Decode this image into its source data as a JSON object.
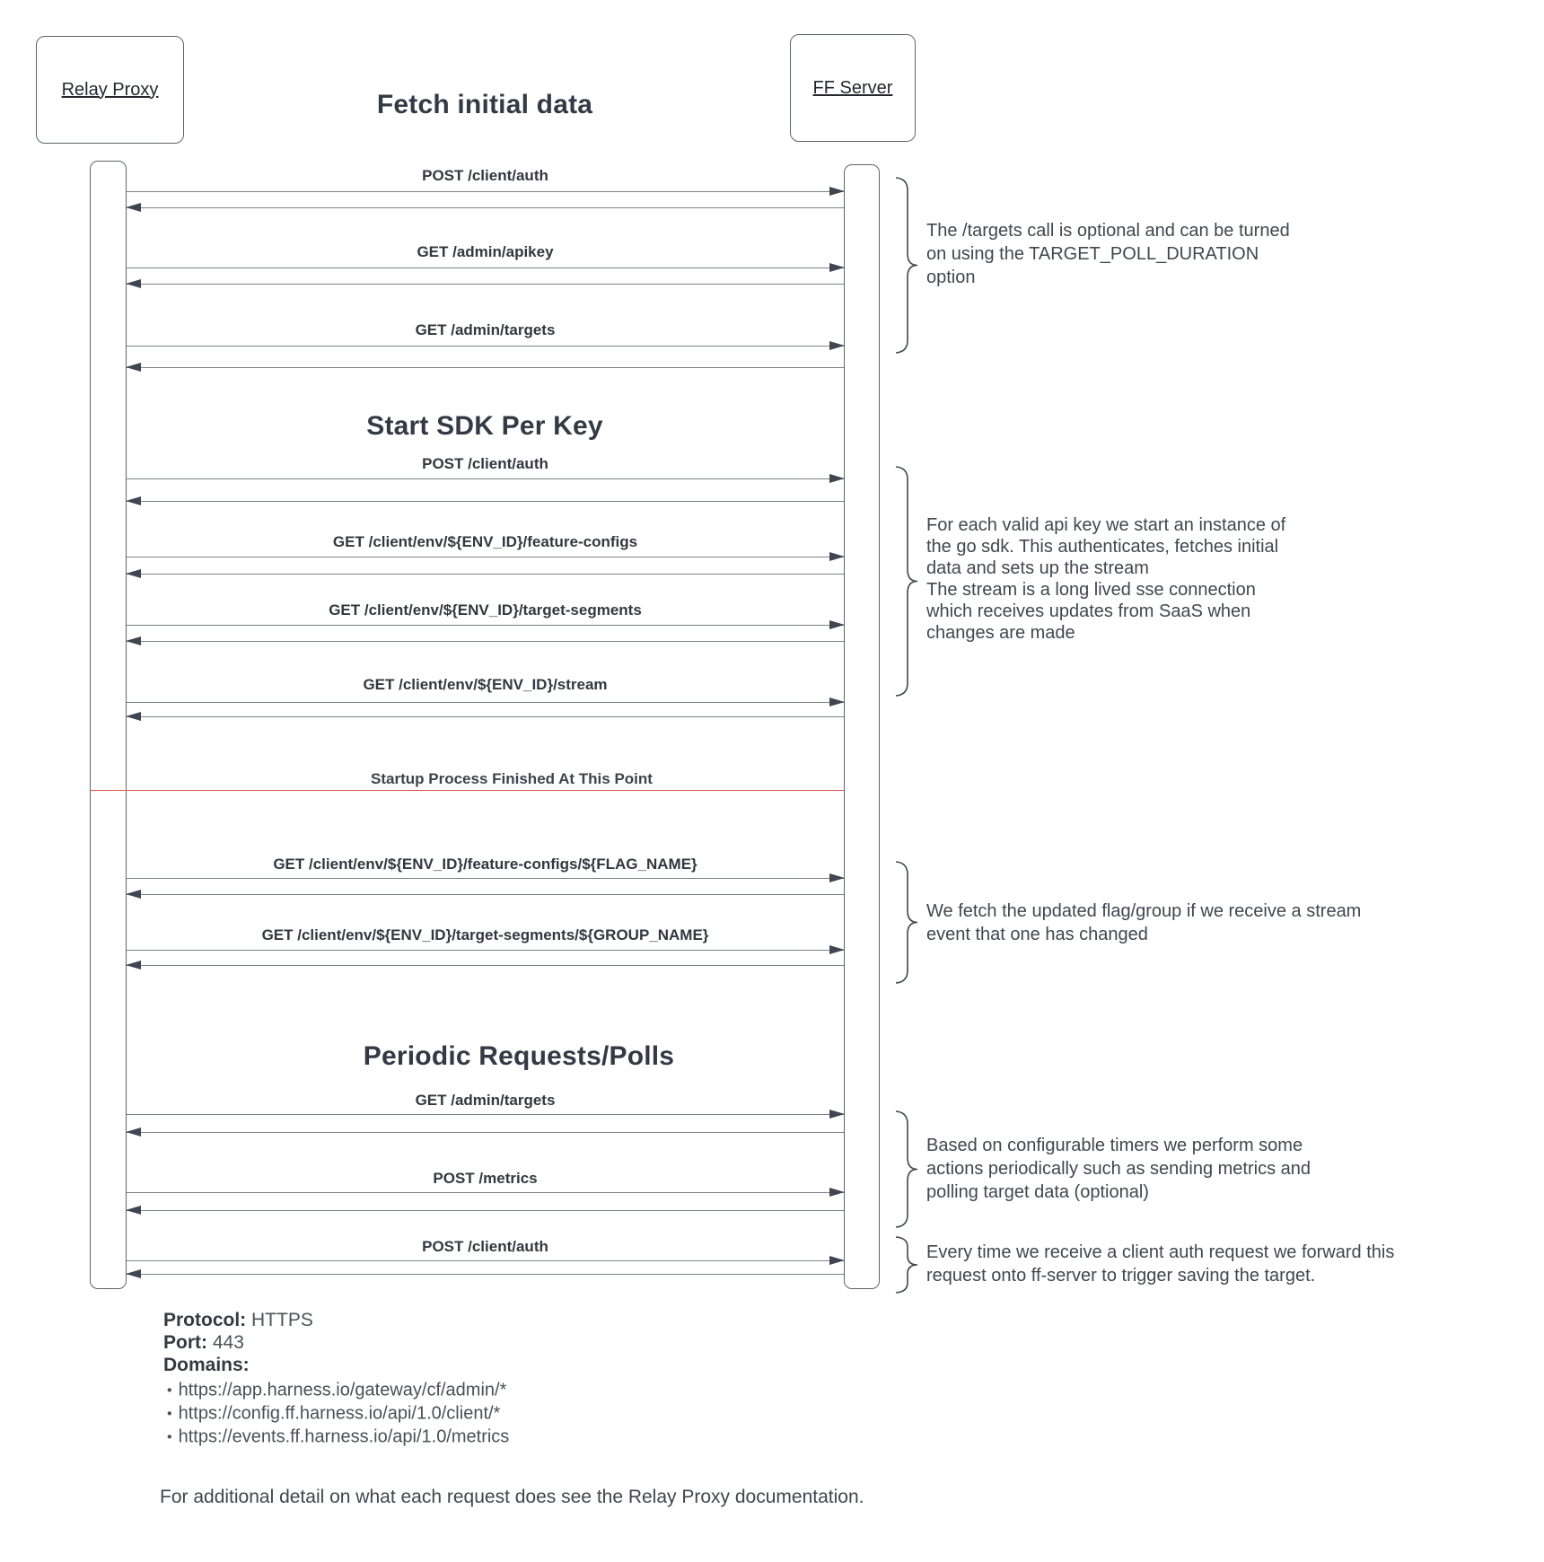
{
  "actors": [
    {
      "name": "Relay Proxy"
    },
    {
      "name": "FF Server"
    }
  ],
  "headings": {
    "fetch": "Fetch initial data",
    "sdk": "Start SDK Per Key",
    "periodic": "Periodic Requests/Polls"
  },
  "divider": {
    "label": "Startup Process Finished At This Point"
  },
  "messages": [
    {
      "label": "POST /client/auth"
    },
    {
      "label": "GET /admin/apikey"
    },
    {
      "label": "GET /admin/targets"
    },
    {
      "label": "POST /client/auth"
    },
    {
      "label": "GET /client/env/${ENV_ID}/feature-configs"
    },
    {
      "label": "GET /client/env/${ENV_ID}/target-segments"
    },
    {
      "label": "GET /client/env/${ENV_ID}/stream"
    },
    {
      "label": "GET /client/env/${ENV_ID}/feature-configs/${FLAG_NAME}"
    },
    {
      "label": "GET /client/env/${ENV_ID}/target-segments/${GROUP_NAME}"
    },
    {
      "label": "GET /admin/targets"
    },
    {
      "label": "POST /metrics"
    },
    {
      "label": "POST /client/auth"
    }
  ],
  "annotations": [
    {
      "text": "The /targets call is optional and can be turned\non using the TARGET_POLL_DURATION\noption"
    },
    {
      "text": "For each valid api key we start an instance of\nthe go sdk. This authenticates, fetches initial\ndata and sets up the stream\nThe stream is a long lived sse connection\nwhich receives updates from SaaS when\nchanges are made"
    },
    {
      "text": "We fetch the updated flag/group if we receive a stream\nevent that one has changed"
    },
    {
      "text": "Based on configurable timers we perform some\nactions periodically such as sending metrics and\npolling target data (optional)"
    },
    {
      "text": "Every time we receive a client auth request we forward this\nrequest onto ff-server to trigger saving the target."
    }
  ],
  "info": {
    "protocol_label": "Protocol:",
    "protocol_value": "HTTPS",
    "port_label": "Port:",
    "port_value": "443",
    "domains_label": "Domains:",
    "domains": [
      "https://app.harness.io/gateway/cf/admin/*",
      "https://config.ff.harness.io/api/1.0/client/*",
      "https://events.ff.harness.io/api/1.0/metrics"
    ]
  },
  "footer": "For additional detail on what each request does see the Relay Proxy documentation.",
  "colors": {
    "divider_red": "#d95f55",
    "line_gray": "#7d828a",
    "arrowhead": "#40464f",
    "border_gray": "#5f646b",
    "text_dark": "#32383f"
  }
}
